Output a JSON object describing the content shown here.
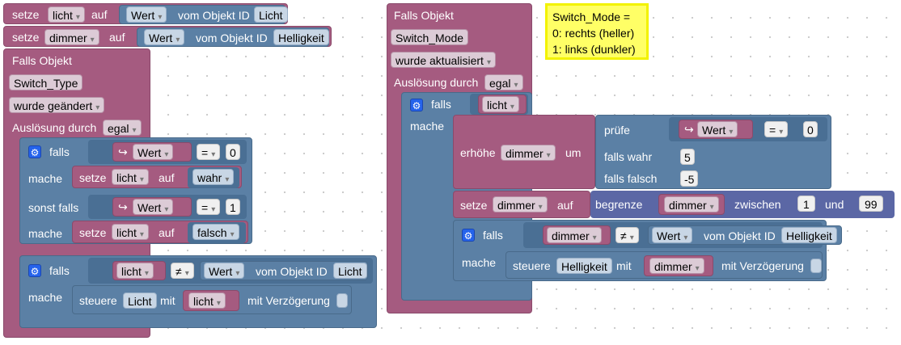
{
  "left": {
    "set_licht": {
      "setze": "setze",
      "var": "licht",
      "auf": "auf",
      "wert": "Wert",
      "vom": "vom Objekt ID",
      "obj": "Licht"
    },
    "set_dimmer": {
      "setze": "setze",
      "var": "dimmer",
      "auf": "auf",
      "wert": "Wert",
      "vom": "vom Objekt ID",
      "obj": "Helligkeit"
    },
    "event": {
      "title": "Falls Objekt",
      "obj": "Switch_Type",
      "trigger": "wurde geändert",
      "ausl": "Auslösung durch",
      "ausl_val": "egal"
    },
    "if1": {
      "falls": "falls",
      "wert": "Wert",
      "op": "=",
      "num": "0",
      "mache": "mache",
      "setze": "setze",
      "var": "licht",
      "auf": "auf",
      "val": "wahr",
      "sonst": "sonst falls",
      "wert2": "Wert",
      "op2": "=",
      "num2": "1",
      "mache2": "mache",
      "setze2": "setze",
      "var2": "licht",
      "auf2": "auf",
      "val2": "falsch"
    },
    "if2": {
      "falls": "falls",
      "var": "licht",
      "op": "≠",
      "wert": "Wert",
      "vom": "vom Objekt ID",
      "obj": "Licht",
      "mache": "mache",
      "steuere": "steuere",
      "obj2": "Licht",
      "mit": "mit",
      "var2": "licht",
      "delay": "mit Verzögerung"
    }
  },
  "right": {
    "event": {
      "title": "Falls Objekt",
      "obj": "Switch_Mode",
      "trigger": "wurde aktualisiert",
      "ausl": "Auslösung durch",
      "ausl_val": "egal"
    },
    "if1": {
      "falls": "falls",
      "var": "licht",
      "mache": "mache"
    },
    "incr": {
      "erhoehe": "erhöhe",
      "var": "dimmer",
      "um": "um",
      "pruefe": "prüfe",
      "wert": "Wert",
      "op": "=",
      "num": "0",
      "wahr": "falls wahr",
      "wahr_val": "5",
      "falsch": "falls falsch",
      "falsch_val": "-5"
    },
    "clamp": {
      "setze": "setze",
      "var": "dimmer",
      "auf": "auf",
      "begrenze": "begrenze",
      "var2": "dimmer",
      "zwischen": "zwischen",
      "min": "1",
      "und": "und",
      "max": "99"
    },
    "if2": {
      "falls": "falls",
      "var": "dimmer",
      "op": "≠",
      "wert": "Wert",
      "vom": "vom Objekt ID",
      "obj": "Helligkeit",
      "mache": "mache",
      "steuere": "steuere",
      "obj2": "Helligkeit",
      "mit": "mit",
      "var2": "dimmer",
      "delay": "mit Verzögerung"
    }
  },
  "note": {
    "line1": "Switch_Mode =",
    "line2": "0: rechts (heller)",
    "line3": "1: links (dunkler)"
  },
  "icons": {
    "dropdown": "▾",
    "gear": "⚙",
    "arrow": "↪"
  }
}
